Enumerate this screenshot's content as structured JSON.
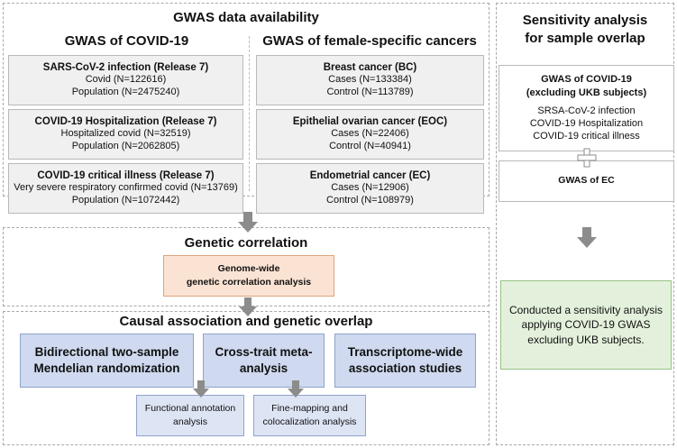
{
  "left_panel": {
    "title": "GWAS data availability",
    "covid_header": "GWAS of COVID-19",
    "cancer_header": "GWAS of female-specific cancers",
    "covid_boxes": [
      {
        "title": "SARS-CoV-2 infection (Release 7)",
        "line1": "Covid (N=122616)",
        "line2": "Population (N=2475240)"
      },
      {
        "title": "COVID-19 Hospitalization (Release 7)",
        "line1": "Hospitalized covid (N=32519)",
        "line2": "Population (N=2062805)"
      },
      {
        "title": "COVID-19 critical illness (Release 7)",
        "line1": "Very severe respiratory confirmed covid (N=13769)",
        "line2": "Population (N=1072442)"
      }
    ],
    "cancer_boxes": [
      {
        "title": "Breast cancer (BC)",
        "line1": "Cases (N=133384)",
        "line2": "Control (N=113789)"
      },
      {
        "title": "Epithelial ovarian cancer (EOC)",
        "line1": "Cases (N=22406)",
        "line2": "Control (N=40941)"
      },
      {
        "title": "Endometrial cancer (EC)",
        "line1": "Cases (N=12906)",
        "line2": "Control (N=108979)"
      }
    ]
  },
  "genetic_correlation": {
    "title": "Genetic correlation",
    "box_line1": "Genome-wide",
    "box_line2": "genetic correlation analysis"
  },
  "causal": {
    "title": "Causal association and genetic overlap",
    "mr_line1": "Bidirectional two-sample",
    "mr_line2": "Mendelian randomization",
    "meta": "Cross-trait meta-analysis",
    "twas_line1": "Transcriptome-wide",
    "twas_line2": "association studies",
    "func_line1": "Functional annotation",
    "func_line2": "analysis",
    "fine_line1": "Fine-mapping and",
    "fine_line2": "colocalization analysis"
  },
  "sensitivity": {
    "title_line1": "Sensitivity analysis",
    "title_line2": "for sample overlap",
    "gwas_title_line1": "GWAS of COVID-19",
    "gwas_title_line2": "(excluding UKB subjects)",
    "items": [
      "SRSA-CoV-2 infection",
      "COVID-19 Hospitalization",
      "COVID-19 critical illness"
    ],
    "ec_box": "GWAS of EC",
    "result_line1": "Conducted a sensitivity analysis",
    "result_line2": "applying COVID-19 GWAS",
    "result_line3": "excluding UKB subjects."
  },
  "colors": {
    "gray_box": "#f0f0f0",
    "blue_box": "#cfd9ef",
    "orange_box": "#fbe3d3",
    "green_box": "#e3f1dc",
    "arrow": "#8c8c8c"
  }
}
